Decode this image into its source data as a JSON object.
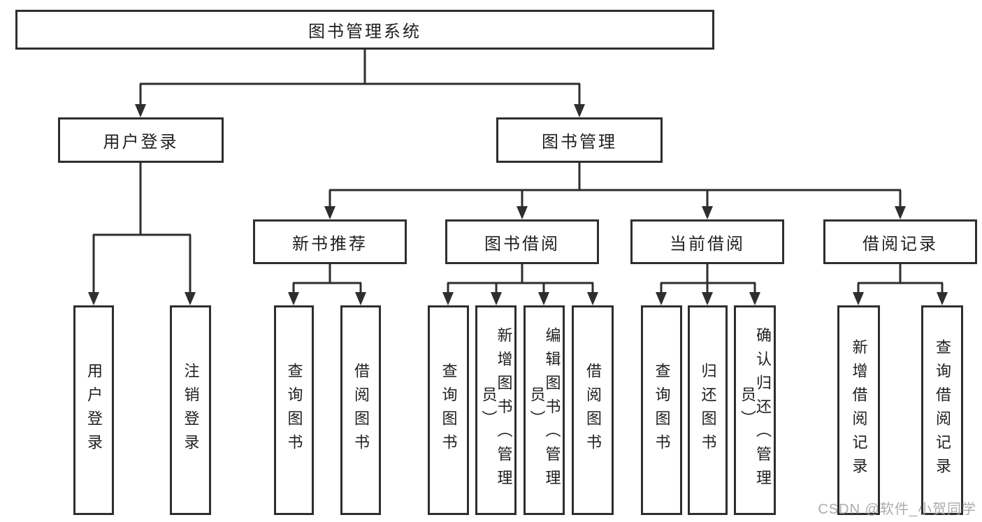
{
  "diagram": {
    "root": {
      "label": "图书管理系统"
    },
    "level1": [
      {
        "label": "用户登录"
      },
      {
        "label": "图书管理"
      }
    ],
    "level2": [
      {
        "label": "新书推荐"
      },
      {
        "label": "图书借阅"
      },
      {
        "label": "当前借阅"
      },
      {
        "label": "借阅记录"
      }
    ],
    "leaves": [
      {
        "label": "用户登录"
      },
      {
        "label": "注销登录"
      },
      {
        "label": "查询图书"
      },
      {
        "label": "借阅图书"
      },
      {
        "label": "查询图书"
      },
      {
        "label": "新增图书（管理员）"
      },
      {
        "label": "编辑图书（管理员）"
      },
      {
        "label": "借阅图书"
      },
      {
        "label": "查询图书"
      },
      {
        "label": "归还图书"
      },
      {
        "label": "确认归还（管理员）"
      },
      {
        "label": "新增借阅记录"
      },
      {
        "label": "查询借阅记录"
      }
    ]
  },
  "watermark": {
    "text": "CSDN @软件_小贺同学"
  },
  "colors": {
    "line": "#2e2e2e",
    "box_background": "#ffffff",
    "text": "#1f1f1f",
    "watermark": "#a3a3a3"
  }
}
